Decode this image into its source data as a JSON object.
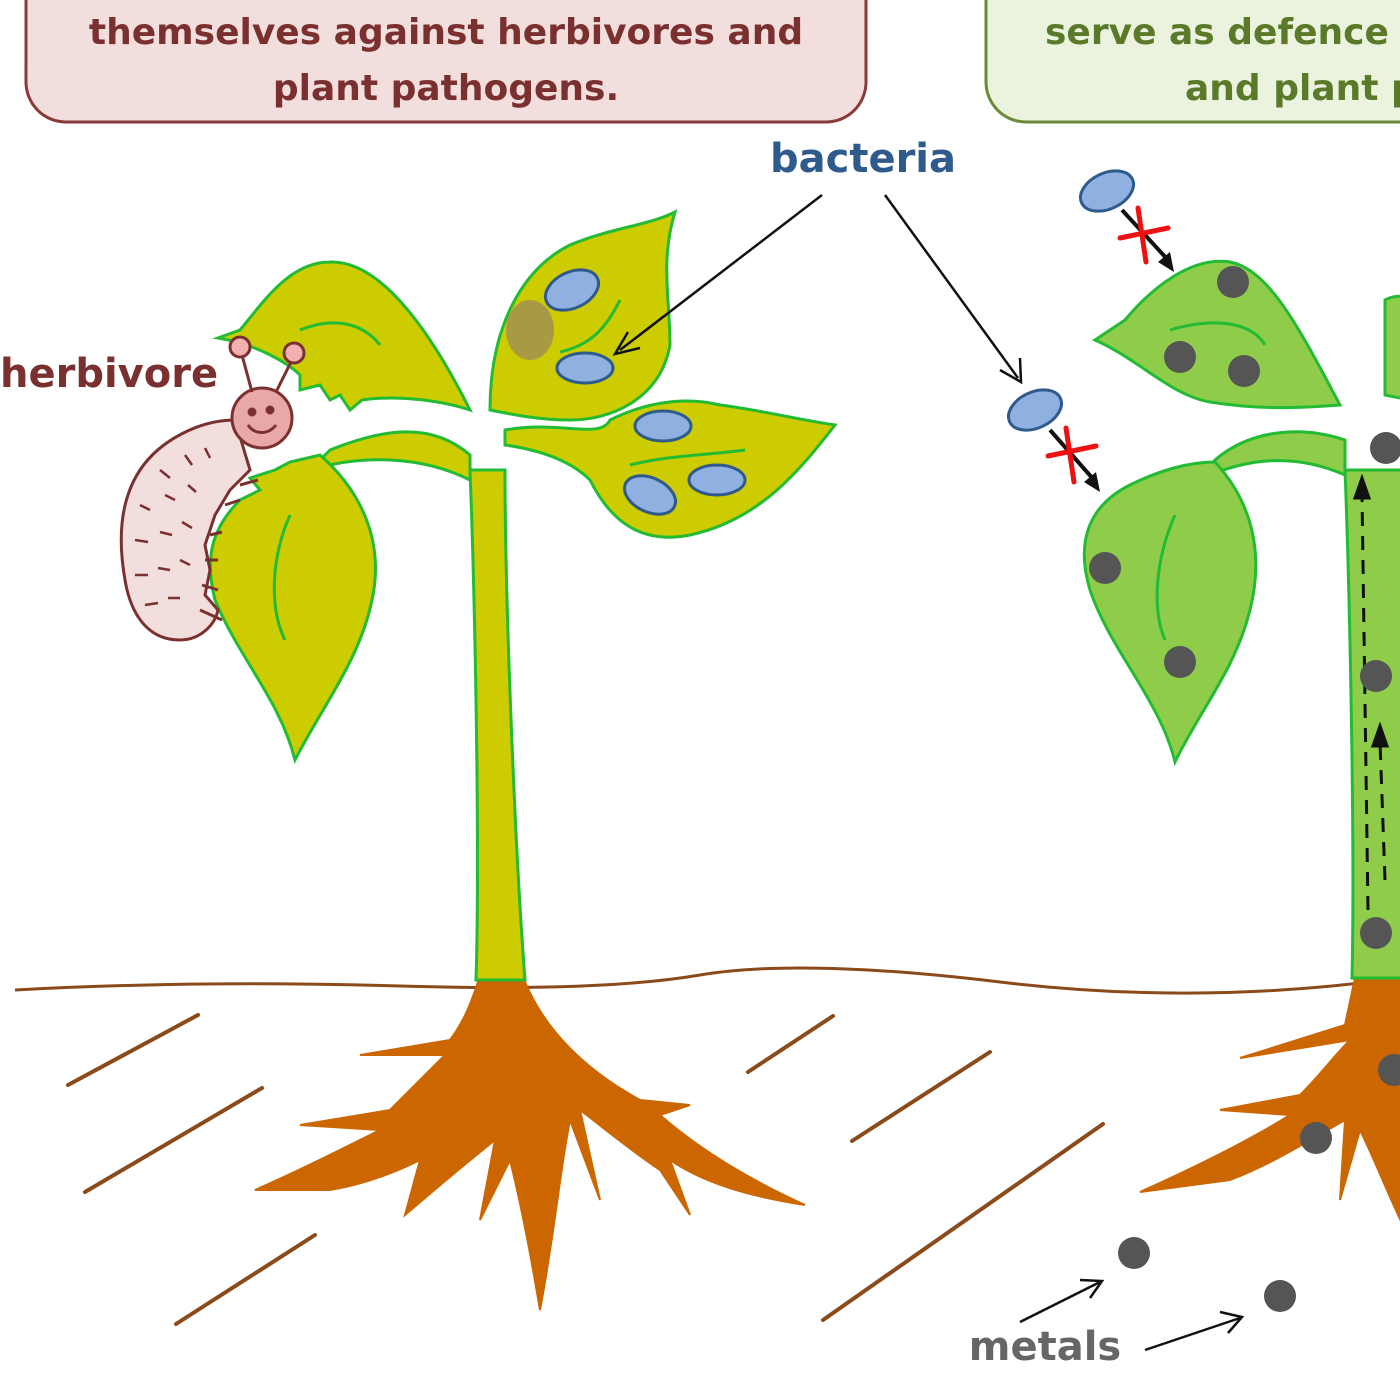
{
  "left_box": {
    "line1": "themselves against herbivores and",
    "line2": "plant pathogens.",
    "fill": "#f3dede",
    "stroke": "#8b3a3a",
    "text_color": "#7b3030"
  },
  "right_box": {
    "line1": "serve as defence a",
    "line2": "and plant p",
    "fill": "#ebf3de",
    "stroke": "#6b8a3a",
    "text_color": "#5a7a2a"
  },
  "labels": {
    "bacteria": "bacteria",
    "herbivore": "herbivore",
    "metals": "metals"
  },
  "colors": {
    "bacteria": "#2e5a8c",
    "herbivore": "#7b3030",
    "metals": "#666666",
    "plant_left": "#cccc00",
    "plant_right": "#8fcc4a",
    "plant_outline": "#22bb33",
    "root": "#cc6600",
    "soil_line": "#8b4a1a",
    "metal_dot": "#555555",
    "bacterium_fill": "#8fb0e0",
    "bacterium_stroke": "#2e5a8c",
    "blocked_mark": "#ee1111"
  }
}
